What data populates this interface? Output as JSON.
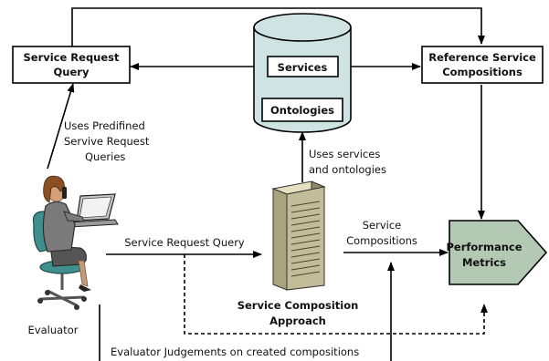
{
  "boxes": {
    "service_request_query": [
      "Service Request",
      "Query"
    ],
    "reference_compositions": [
      "Reference Service",
      "Compositions"
    ],
    "services": "Services",
    "ontologies": "Ontologies",
    "performance_metrics": [
      "Performance",
      "Metrics"
    ]
  },
  "labels": {
    "uses_predefined": [
      "Uses Predifined",
      "Servive Request",
      "Queries"
    ],
    "uses_services": [
      "Uses services",
      "and ontologies"
    ],
    "service_compositions": [
      "Service",
      "Compositions"
    ],
    "service_request_query_flow": "Service Request Query",
    "approach": [
      "Service Composition",
      "Approach"
    ],
    "evaluator": "Evaluator",
    "judgements": "Evaluator Judgements on created  compositions"
  },
  "colors": {
    "database_fill": "#cfe3e3",
    "metrics_fill": "#b3c9b3",
    "server_fill": "#c2bd98",
    "box_fill": "#ffffff",
    "line": "#000000"
  },
  "icons": {
    "evaluator": "person-at-computer-icon",
    "server": "server-tower-icon",
    "database": "database-cylinder-icon"
  }
}
